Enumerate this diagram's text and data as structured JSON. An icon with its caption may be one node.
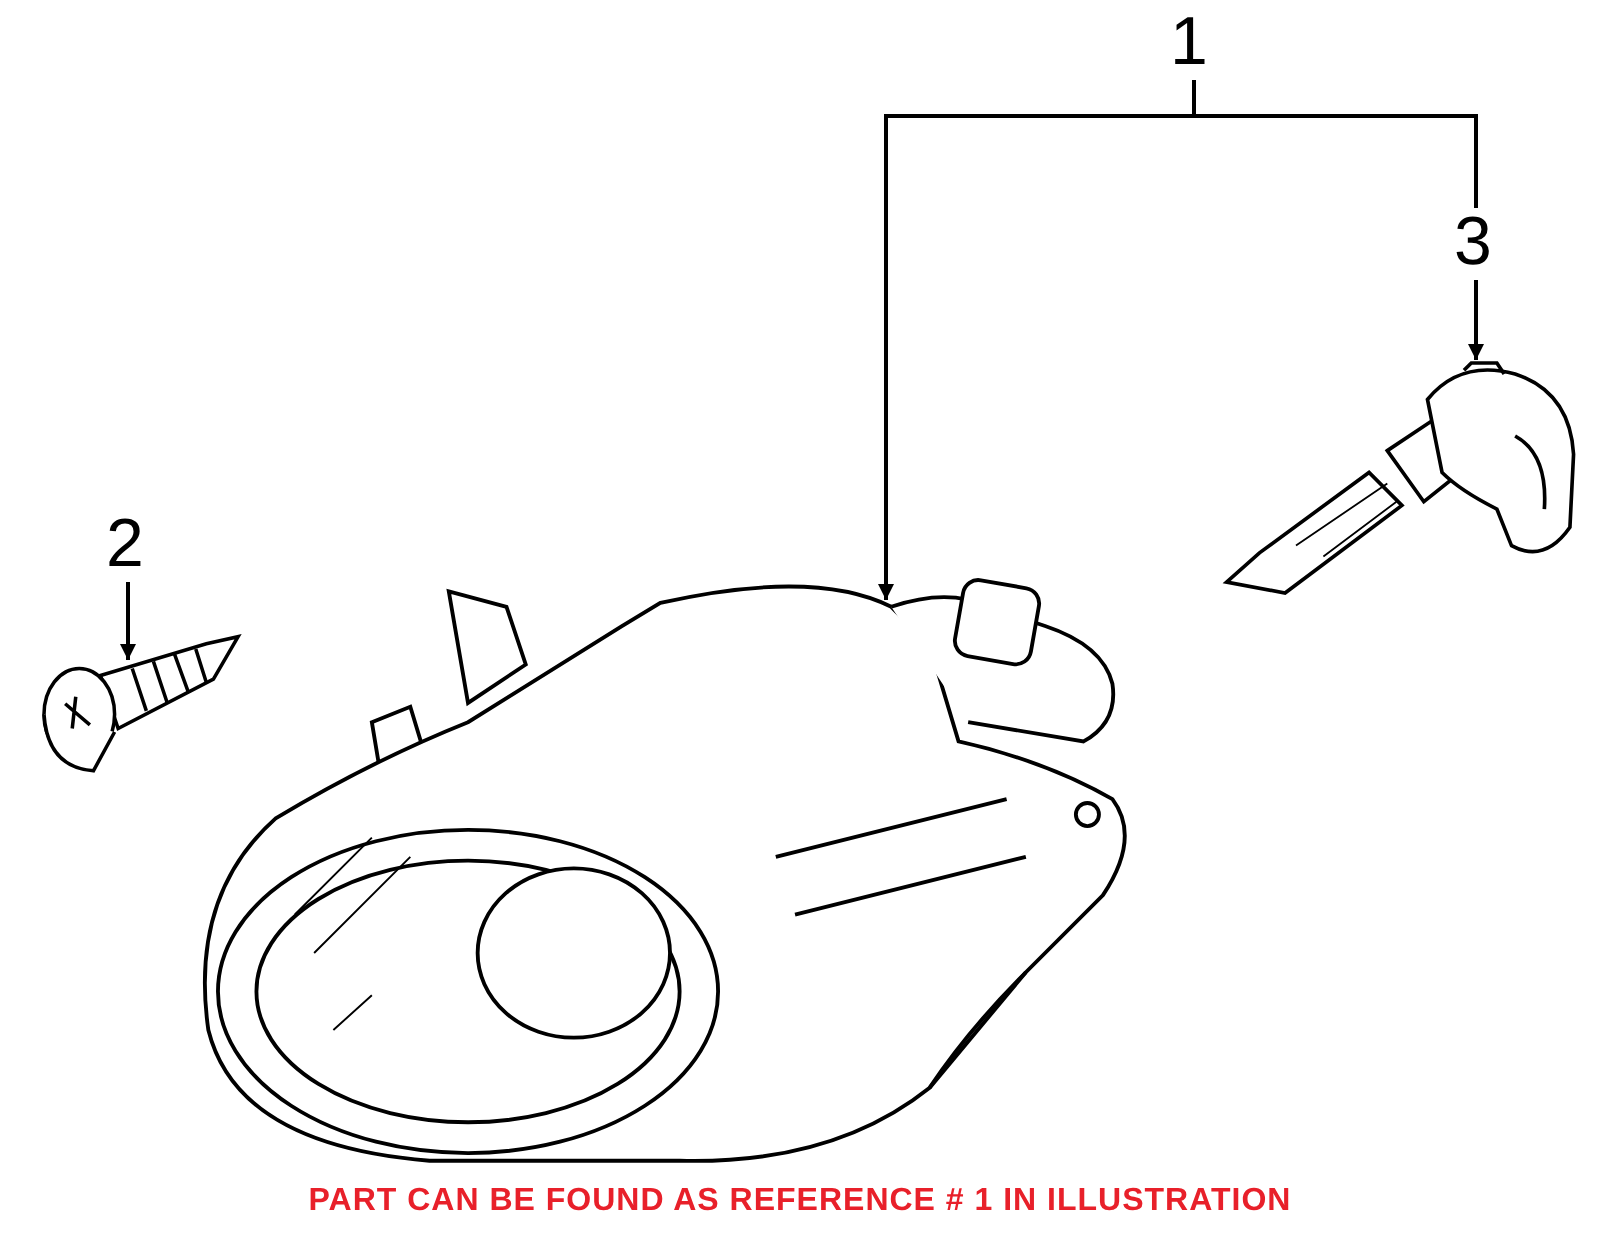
{
  "diagram": {
    "caption": "PART CAN BE FOUND AS REFERENCE # 1 IN ILLUSTRATION",
    "nodes": [
      {
        "text": [
          "1"
        ]
      },
      {
        "text": [
          "2"
        ]
      },
      {
        "text": [
          "3"
        ]
      },
      {
        "text": [],
        "shape": "picture"
      },
      {
        "text": [],
        "shape": "picture"
      },
      {
        "text": [],
        "shape": "picture"
      }
    ],
    "edges": [
      {
        "from": 0,
        "to": 4,
        "arrow": "to"
      },
      {
        "from": 0,
        "to": 2,
        "arrow": "none"
      },
      {
        "from": 2,
        "to": 5,
        "arrow": "to"
      },
      {
        "from": 1,
        "to": 3,
        "arrow": "to"
      }
    ]
  }
}
